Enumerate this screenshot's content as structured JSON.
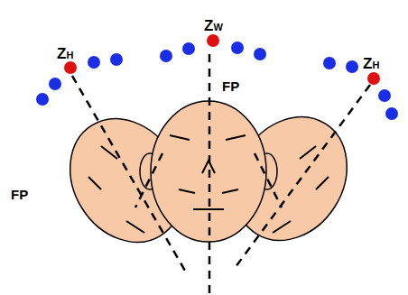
{
  "diagram": {
    "labels": [
      "ZH",
      "ZW",
      "ZH",
      "FP",
      "FP"
    ]
  }
}
